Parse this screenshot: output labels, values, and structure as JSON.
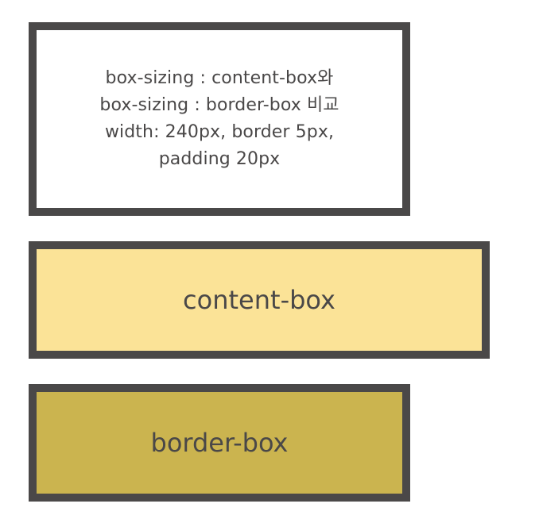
{
  "intro": {
    "lines": [
      "box-sizing : content-box와",
      "box-sizing : border-box 비교",
      "width: 240px, border 5px,",
      "padding 20px"
    ]
  },
  "content_box": {
    "label": "content-box",
    "fill_color": "#fbe397"
  },
  "border_box": {
    "label": "border-box",
    "fill_color": "#cbb44f"
  },
  "colors": {
    "border": "#4a4848",
    "text": "#4a4848",
    "background": "#ffffff"
  }
}
